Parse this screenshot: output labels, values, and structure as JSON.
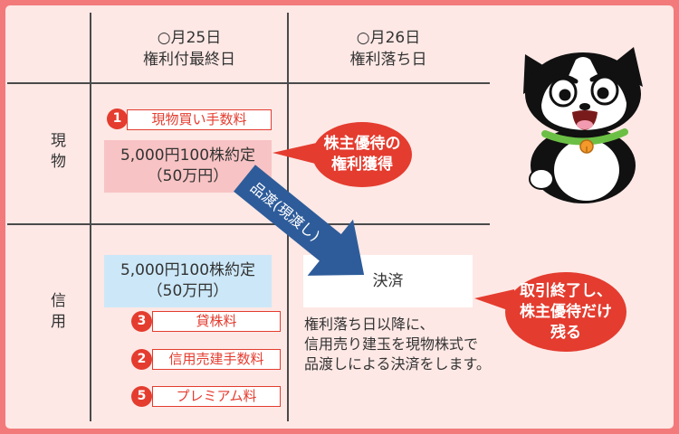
{
  "header": {
    "col1_date": "○月25日",
    "col1_label": "権利付最終日",
    "col2_date": "○月26日",
    "col2_label": "権利落ち日"
  },
  "rows": {
    "spot_label": "現物",
    "margin_label": "信用"
  },
  "spot": {
    "fee_badge": "1",
    "fee_label": "現物買い手数料",
    "trade_line1": "5,000円100株約定",
    "trade_line2": "（50万円）"
  },
  "bubble_rights": {
    "line1": "株主優待の",
    "line2": "権利獲得"
  },
  "arrow_label": "品渡(現渡し)",
  "margin": {
    "trade_line1": "5,000円100株約定",
    "trade_line2": "（50万円）",
    "fees": [
      {
        "badge": "3",
        "label": "貸株料"
      },
      {
        "badge": "2",
        "label": "信用売建手数料"
      },
      {
        "badge": "5",
        "label": "プレミアム料"
      }
    ]
  },
  "settlement": {
    "label": "決済",
    "note": [
      "権利落ち日以降に、",
      "信用売り建玉を現物株式で",
      "品渡しによる決済をします。"
    ]
  },
  "bubble_result": {
    "line1": "取引終了し、",
    "line2": "株主優待だけ",
    "line3": "残る"
  },
  "colors": {
    "frame": "#f37a7b",
    "background": "#fde8e5",
    "accent_red": "#e43c2f",
    "spot_box": "#f8c3c4",
    "margin_box": "#cce8f8",
    "arrow": "#2e5c9a",
    "grid_line": "#4a4a4a",
    "text": "#333333"
  }
}
